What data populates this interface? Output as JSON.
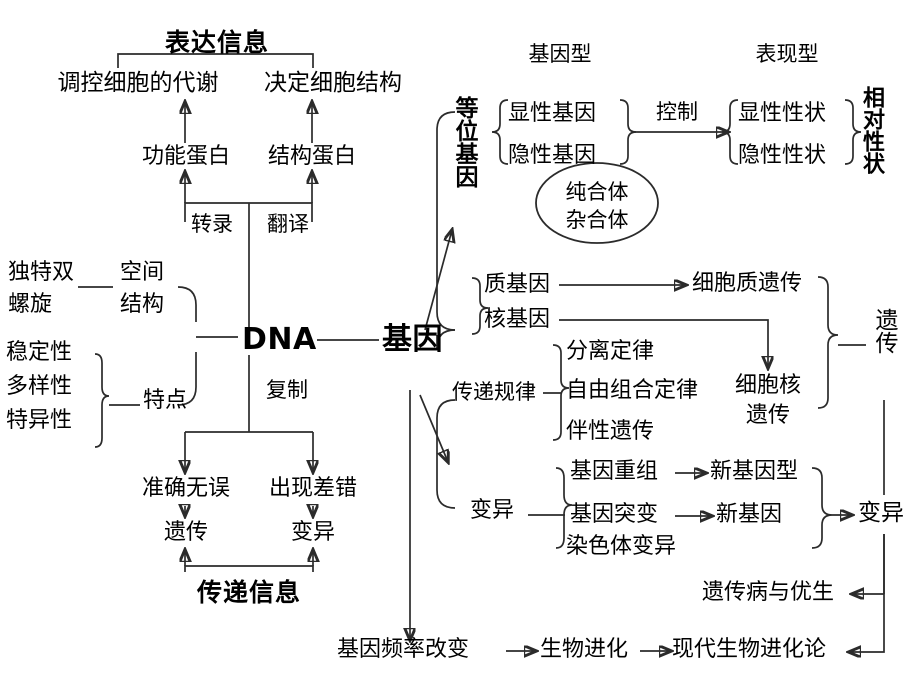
{
  "diagram": {
    "title_top": "表达信息",
    "title_bottom": "传递信息",
    "expression_branch": {
      "regulate_metabolism": "调控细胞的代谢",
      "determine_structure": "决定细胞结构",
      "functional_protein": "功能蛋白",
      "structural_protein": "结构蛋白",
      "transcription": "转录",
      "translation": "翻译"
    },
    "dna": {
      "center": "DNA",
      "unique_double_helix": "独特双\n螺旋",
      "unique_double_helix_l1": "独特双",
      "unique_double_helix_l2": "螺旋",
      "spatial_structure_l1": "空间",
      "spatial_structure_l2": "结构",
      "features_label": "特点",
      "feature_items": [
        "稳定性",
        "多样性",
        "特异性"
      ],
      "replication": "复制",
      "accurate": "准确无误",
      "error": "出现差错",
      "heredity": "遗传",
      "variation": "变异"
    },
    "gene": {
      "center": "基因",
      "allele_label": "等位基因",
      "genotype_header": "基因型",
      "phenotype_header": "表现型",
      "dominant_gene": "显性基因",
      "recessive_gene": "隐性基因",
      "control": "控制",
      "dominant_trait": "显性性状",
      "recessive_trait": "隐性性状",
      "relative_trait_label": "相对性状",
      "homozygote": "纯合体",
      "heterozygote": "杂合体",
      "cytoplasmic_gene": "质基因",
      "nuclear_gene": "核基因",
      "cytoplasmic_inheritance": "细胞质遗传",
      "nuclear_inheritance_l1": "细胞核",
      "nuclear_inheritance_l2": "遗传",
      "transmission_rules": "传递规律",
      "law_segregation": "分离定律",
      "law_independent_assortment": "自由组合定律",
      "sex_linked_inheritance": "伴性遗传",
      "heredity_right": "遗传"
    },
    "variation": {
      "label": "变异",
      "gene_recombination": "基因重组",
      "new_genotype": "新基因型",
      "gene_mutation": "基因突变",
      "new_gene": "新基因",
      "chromosome_variation": "染色体变异",
      "variation_right": "变异",
      "genetic_disease_eugenics": "遗传病与优生"
    },
    "evolution": {
      "allele_frequency_change": "基因频率改变",
      "biological_evolution": "生物进化",
      "modern_evolution_theory": "现代生物进化论"
    },
    "colors": {
      "ink": "#2b2b2b",
      "text": "#000000",
      "background": "#ffffff"
    }
  }
}
